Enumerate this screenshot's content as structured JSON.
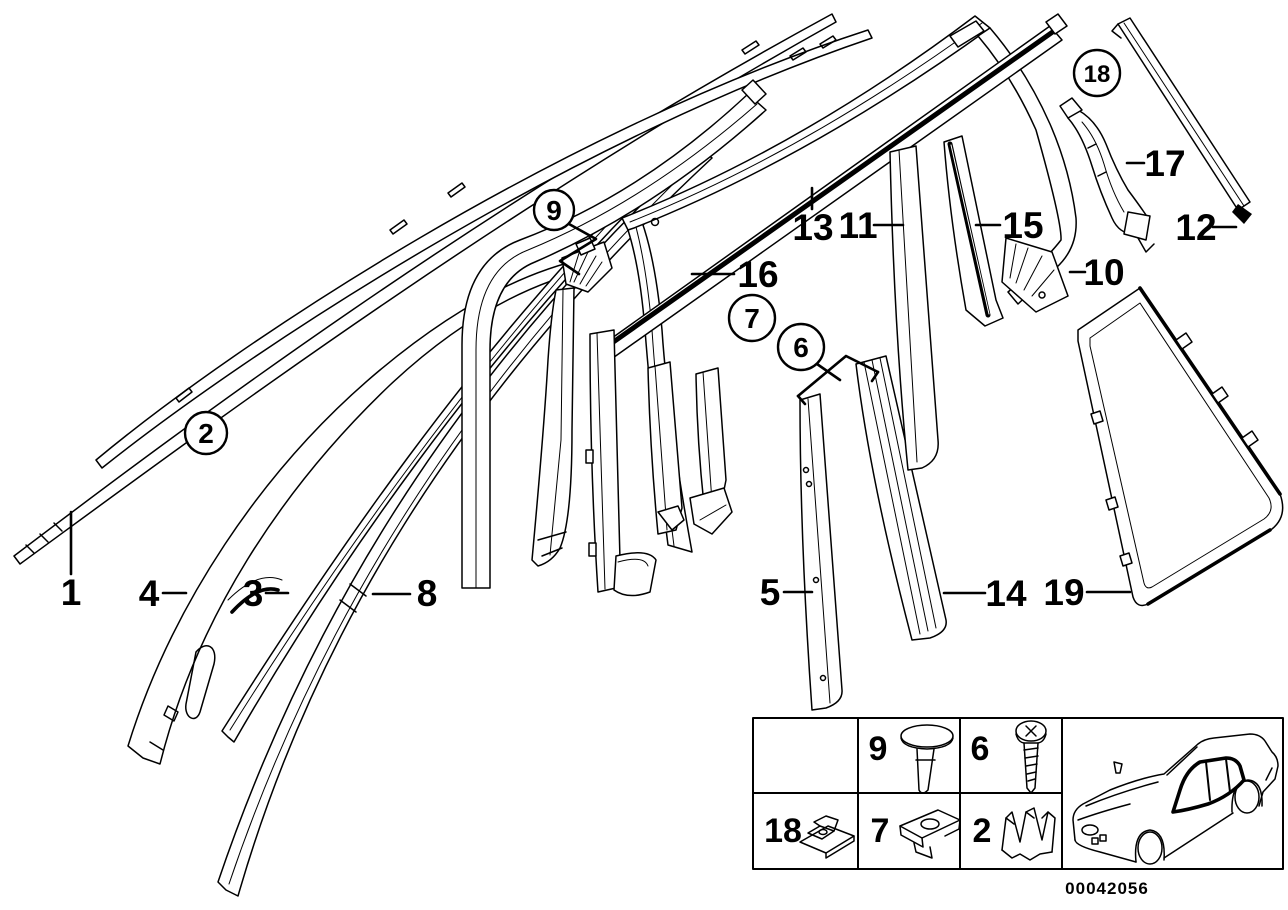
{
  "colors": {
    "background": "#ffffff",
    "line": "#000000"
  },
  "drawing_number": "00042056",
  "callouts": {
    "c1": {
      "label": "1",
      "circled": false
    },
    "c2": {
      "label": "2",
      "circled": true
    },
    "c3": {
      "label": "3",
      "circled": false
    },
    "c4": {
      "label": "4",
      "circled": false
    },
    "c5": {
      "label": "5",
      "circled": false
    },
    "c6": {
      "label": "6",
      "circled": true
    },
    "c7": {
      "label": "7",
      "circled": true
    },
    "c8": {
      "label": "8",
      "circled": false
    },
    "c9": {
      "label": "9",
      "circled": true
    },
    "c10": {
      "label": "10",
      "circled": false
    },
    "c11": {
      "label": "11",
      "circled": false
    },
    "c12": {
      "label": "12",
      "circled": false
    },
    "c13": {
      "label": "13",
      "circled": false
    },
    "c14": {
      "label": "14",
      "circled": false
    },
    "c15": {
      "label": "15",
      "circled": false
    },
    "c16": {
      "label": "16",
      "circled": false
    },
    "c17": {
      "label": "17",
      "circled": false
    },
    "c18": {
      "label": "18",
      "circled": true
    },
    "c19": {
      "label": "19",
      "circled": false
    }
  },
  "legend": {
    "cells": [
      {
        "num": "",
        "icon": "empty-cell"
      },
      {
        "num": "9",
        "icon": "expanding-rivet-icon"
      },
      {
        "num": "6",
        "icon": "self-tapping-screw-icon"
      },
      {
        "num": "18",
        "icon": "retaining-clip-icon"
      },
      {
        "num": "7",
        "icon": "fastening-clamp-icon"
      },
      {
        "num": "2",
        "icon": "spring-clamp-icon"
      }
    ],
    "vehicle": "sedan-three-quarter-view-side-window-trim-highlighted"
  }
}
